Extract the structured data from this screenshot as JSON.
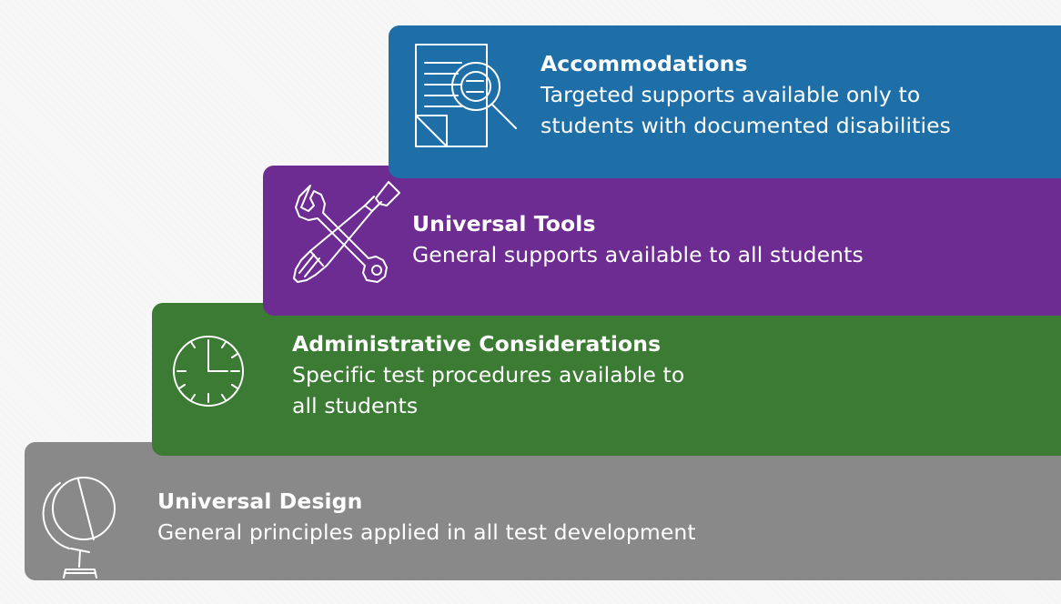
{
  "colors": {
    "accommodations": "#1e6fa8",
    "universal_tools": "#6d2c91",
    "administrative_considerations": "#3c7b34",
    "universal_design": "#898989",
    "text": "#ffffff"
  },
  "tiers": [
    {
      "icon": "document-magnifier-icon",
      "title": "Accommodations",
      "lines": [
        "Targeted supports available only to",
        "students with documented disabilities"
      ]
    },
    {
      "icon": "wrench-screwdriver-icon",
      "title": "Universal Tools",
      "lines": [
        "General supports available to all students"
      ]
    },
    {
      "icon": "clock-icon",
      "title": "Administrative Considerations",
      "lines": [
        "Specific test procedures available to",
        "all students"
      ]
    },
    {
      "icon": "globe-icon",
      "title": "Universal Design",
      "lines": [
        "General principles applied in all test development"
      ]
    }
  ]
}
